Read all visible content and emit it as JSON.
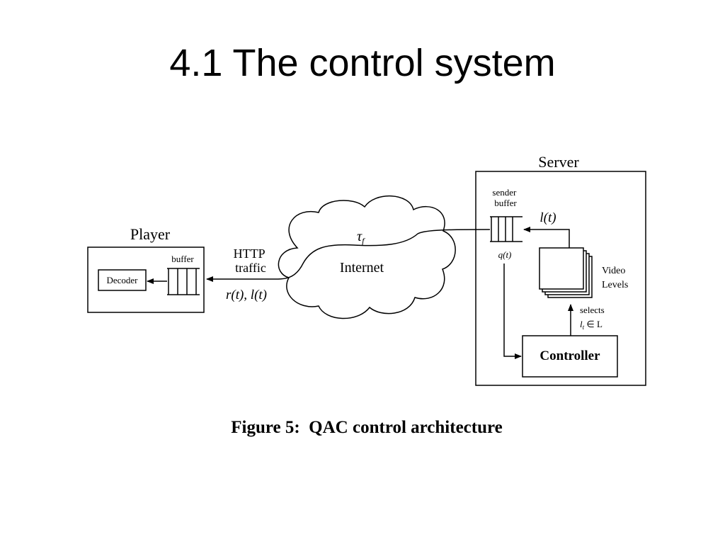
{
  "slide": {
    "title": "4.1 The control system"
  },
  "diagram": {
    "server": {
      "title": "Server",
      "sender_buffer": [
        "sender",
        "buffer"
      ],
      "queue_label": "q(t)",
      "level_label": "l(t)",
      "video_levels": [
        "Video",
        "Levels"
      ],
      "selects": [
        "selects",
        "l",
        "t",
        " ∈ L"
      ],
      "controller": "Controller"
    },
    "player": {
      "title": "Player",
      "buffer": "buffer",
      "decoder": "Decoder"
    },
    "internet": {
      "label": "Internet",
      "delay": "τ",
      "delay_sub": "f"
    },
    "link": {
      "http": [
        "HTTP",
        "traffic"
      ],
      "rate_label": "r(t), l(t)"
    },
    "caption": "Figure 5:  QAC control architecture"
  },
  "colors": {
    "ink": "#000000",
    "background": "#ffffff"
  }
}
